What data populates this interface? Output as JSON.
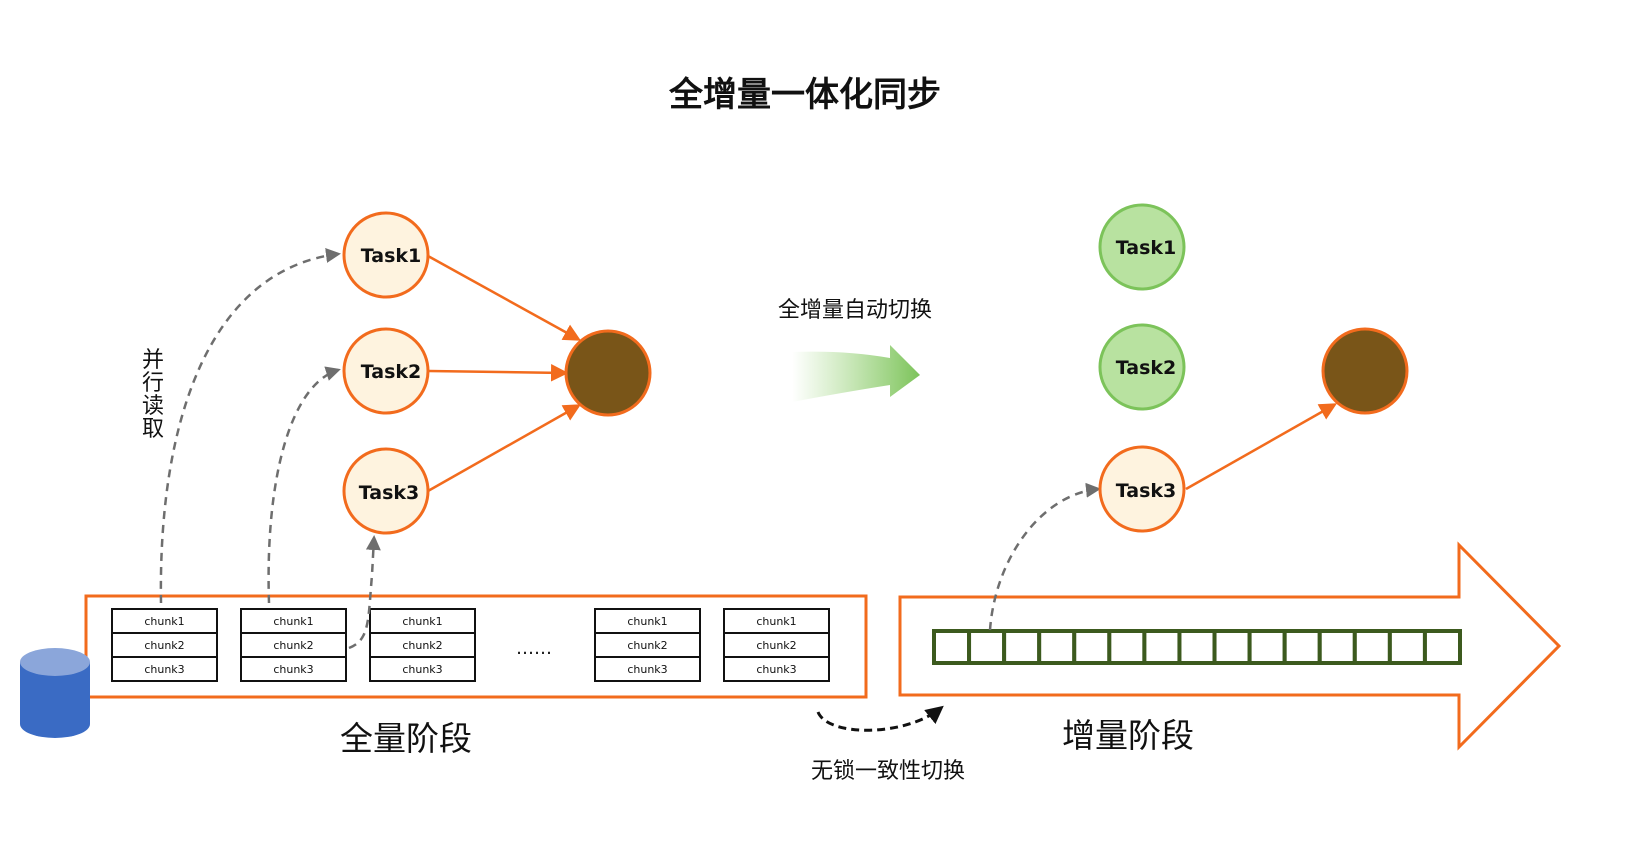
{
  "title": "全增量一体化同步",
  "full_phase": {
    "label": "全量阶段",
    "parallel_read_label": "并行读取",
    "tasks": [
      "Task1",
      "Task2",
      "Task3"
    ],
    "chunk_groups": [
      [
        "chunk1",
        "chunk2",
        "chunk3"
      ],
      [
        "chunk1",
        "chunk2",
        "chunk3"
      ],
      [
        "chunk1",
        "chunk2",
        "chunk3"
      ],
      [
        "chunk1",
        "chunk2",
        "chunk3"
      ],
      [
        "chunk1",
        "chunk2",
        "chunk3"
      ]
    ],
    "ellipsis": "……"
  },
  "auto_switch_label": "全增量自动切换",
  "incremental_phase": {
    "label": "增量阶段",
    "tasks": [
      "Task1",
      "Task2",
      "Task3"
    ]
  },
  "lockfree_switch_label": "无锁一致性切换",
  "colors": {
    "orange": "#F26B1D",
    "task_fill": "#FEF3DF",
    "green_fill": "#B8E2A0",
    "green_stroke": "#7CC35A",
    "sink_fill": "#795518",
    "db_fill": "#3A6BC4",
    "db_top": "#8BA6DA",
    "queue_stroke": "#3C5A1E"
  }
}
